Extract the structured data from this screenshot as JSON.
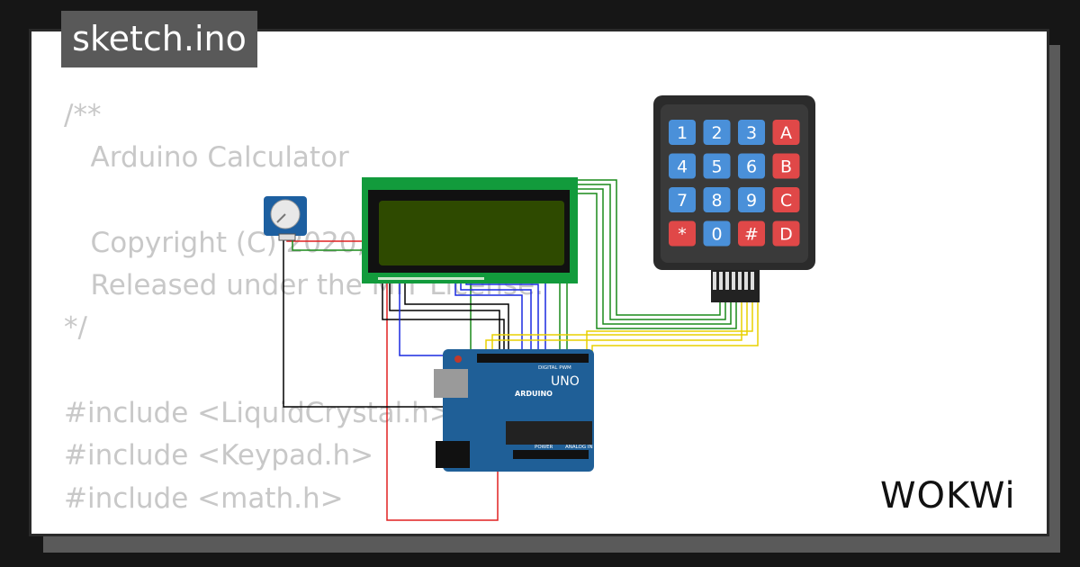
{
  "tab": {
    "label": "sketch.ino"
  },
  "code": {
    "lines": [
      "/**",
      "   Arduino Calculator",
      "",
      "   Copyright (C) 2020, U",
      "   Released under the MIT License.",
      "*/",
      "",
      "#include <LiquidCrystal.h>",
      "#include <Keypad.h>",
      "#include <math.h>"
    ]
  },
  "keypad": {
    "keys": [
      "1",
      "2",
      "3",
      "A",
      "4",
      "5",
      "6",
      "B",
      "7",
      "8",
      "9",
      "C",
      "*",
      "0",
      "#",
      "D"
    ],
    "colors": {
      "digit": "#4a90d9",
      "letter": "#e04848",
      "body": "#2b2b2b"
    }
  },
  "arduino": {
    "model": "UNO",
    "brand": "ARDUINO",
    "pin_groups": [
      "DIGITAL PWM",
      "POWER",
      "ANALOG IN"
    ],
    "board_color": "#1f5f97"
  },
  "lcd": {
    "board_color": "#129b3c",
    "screen_color": "#2e4a00"
  },
  "logo": {
    "text": "WOKWi"
  }
}
